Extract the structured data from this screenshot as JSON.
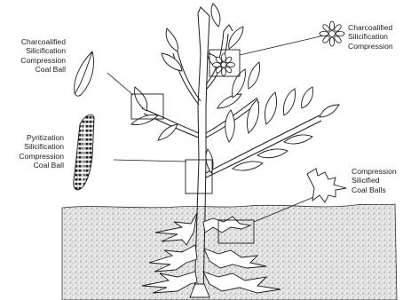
{
  "labels": {
    "top_left": {
      "lines": [
        "Charcoalified",
        "Silicification",
        "Compression",
        "Coal Ball"
      ]
    },
    "top_right": {
      "lines": [
        "Charcoalified",
        "Silicification",
        "Compression"
      ]
    },
    "mid_left": {
      "lines": [
        "Pyritization",
        "Silicification",
        "Compression",
        "Coal Ball"
      ]
    },
    "mid_right": {
      "lines": [
        "Compression",
        "Silicified",
        "Coal Balls"
      ]
    }
  },
  "colors": {
    "line": "#1a1a1a",
    "soil_fill": "#e6e6e6",
    "background": "#ffffff"
  },
  "icons": [
    "leaf-fossil-icon",
    "flower-fossil-icon",
    "bark-fossil-icon",
    "oak-leaf-fossil-icon"
  ]
}
